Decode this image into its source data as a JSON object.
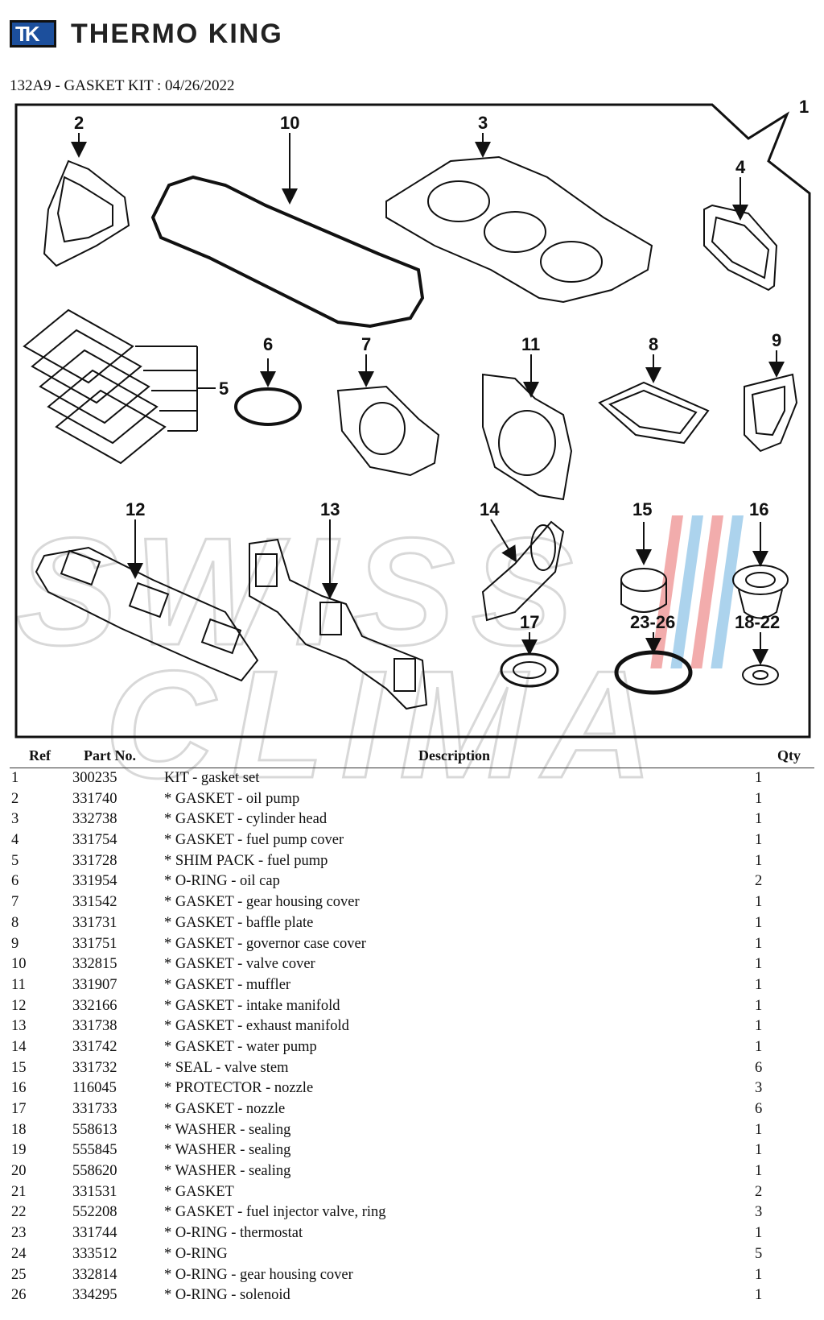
{
  "brand": {
    "name": "THERMO KING",
    "logo_mark": "TK"
  },
  "document": {
    "title": "132A9 - GASKET KIT : 04/26/2022"
  },
  "diagram_labels": [
    "1",
    "2",
    "3",
    "4",
    "5",
    "6",
    "7",
    "8",
    "9",
    "10",
    "11",
    "12",
    "13",
    "14",
    "15",
    "16",
    "17",
    "18-22",
    "23-26"
  ],
  "watermark": {
    "line1": "SWISS",
    "line2": "CLIMA"
  },
  "table": {
    "headers": {
      "ref": "Ref",
      "part": "Part No.",
      "desc": "Description",
      "qty": "Qty"
    },
    "rows": [
      {
        "ref": "1",
        "part": "300235",
        "desc": "KIT - gasket set",
        "qty": "1"
      },
      {
        "ref": "2",
        "part": "331740",
        "desc": "* GASKET - oil pump",
        "qty": "1"
      },
      {
        "ref": "3",
        "part": "332738",
        "desc": "* GASKET - cylinder head",
        "qty": "1"
      },
      {
        "ref": "4",
        "part": "331754",
        "desc": "* GASKET - fuel pump cover",
        "qty": "1"
      },
      {
        "ref": "5",
        "part": "331728",
        "desc": "* SHIM PACK - fuel pump",
        "qty": "1"
      },
      {
        "ref": "6",
        "part": "331954",
        "desc": "* O-RING - oil cap",
        "qty": "2"
      },
      {
        "ref": "7",
        "part": "331542",
        "desc": "* GASKET - gear housing cover",
        "qty": "1"
      },
      {
        "ref": "8",
        "part": "331731",
        "desc": "* GASKET - baffle plate",
        "qty": "1"
      },
      {
        "ref": "9",
        "part": "331751",
        "desc": "* GASKET - governor case cover",
        "qty": "1"
      },
      {
        "ref": "10",
        "part": "332815",
        "desc": "* GASKET - valve cover",
        "qty": "1"
      },
      {
        "ref": "11",
        "part": "331907",
        "desc": "* GASKET - muffler",
        "qty": "1"
      },
      {
        "ref": "12",
        "part": "332166",
        "desc": "* GASKET - intake manifold",
        "qty": "1"
      },
      {
        "ref": "13",
        "part": "331738",
        "desc": "* GASKET - exhaust manifold",
        "qty": "1"
      },
      {
        "ref": "14",
        "part": "331742",
        "desc": "* GASKET - water pump",
        "qty": "1"
      },
      {
        "ref": "15",
        "part": "331732",
        "desc": "* SEAL - valve stem",
        "qty": "6"
      },
      {
        "ref": "16",
        "part": "116045",
        "desc": "* PROTECTOR - nozzle",
        "qty": "3"
      },
      {
        "ref": "17",
        "part": "331733",
        "desc": "* GASKET - nozzle",
        "qty": "6"
      },
      {
        "ref": "18",
        "part": "558613",
        "desc": "* WASHER - sealing",
        "qty": "1"
      },
      {
        "ref": "19",
        "part": "555845",
        "desc": "* WASHER - sealing",
        "qty": "1"
      },
      {
        "ref": "20",
        "part": "558620",
        "desc": "* WASHER - sealing",
        "qty": "1"
      },
      {
        "ref": "21",
        "part": "331531",
        "desc": "* GASKET",
        "qty": "2"
      },
      {
        "ref": "22",
        "part": "552208",
        "desc": "* GASKET - fuel injector valve, ring",
        "qty": "3"
      },
      {
        "ref": "23",
        "part": "331744",
        "desc": "* O-RING - thermostat",
        "qty": "1"
      },
      {
        "ref": "24",
        "part": "333512",
        "desc": "* O-RING",
        "qty": "5"
      },
      {
        "ref": "25",
        "part": "332814",
        "desc": "* O-RING - gear housing cover",
        "qty": "1"
      },
      {
        "ref": "26",
        "part": "334295",
        "desc": "* O-RING - solenoid",
        "qty": "1"
      }
    ]
  }
}
